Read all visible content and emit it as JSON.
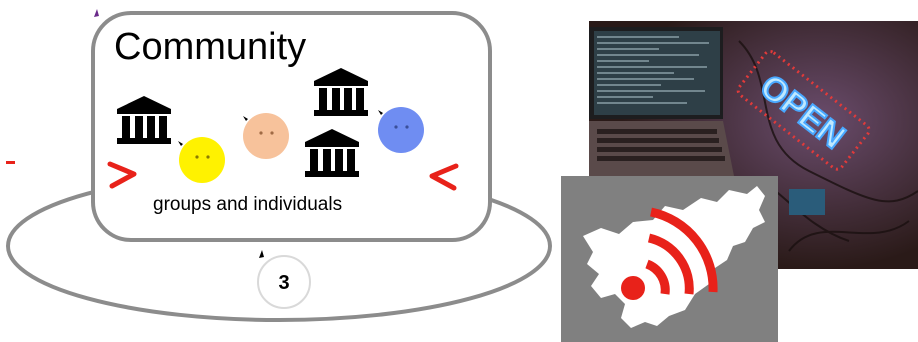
{
  "diagram": {
    "title": "Community",
    "caption": "groups and individuals",
    "step_badge": "3"
  },
  "icons": {
    "institution": "institution-icon",
    "person": "person-face-icon",
    "arrow": "red-arrowhead-icon",
    "signal": "wifi-signal-icon"
  },
  "colors": {
    "accent_red": "#e8221a",
    "person_yellow": "#fff200",
    "person_peach": "#f7c29b",
    "person_blue": "#6f8df2",
    "outline_gray": "#8c8c8c",
    "map_bg": "#808080",
    "open_sign": "#7ad0ff"
  },
  "photos": {
    "laptop_open_sign": {
      "description_icon": "laptop-and-open-sign-photo"
    },
    "map_signal": {
      "description_icon": "map-with-wifi-signal-image"
    }
  }
}
